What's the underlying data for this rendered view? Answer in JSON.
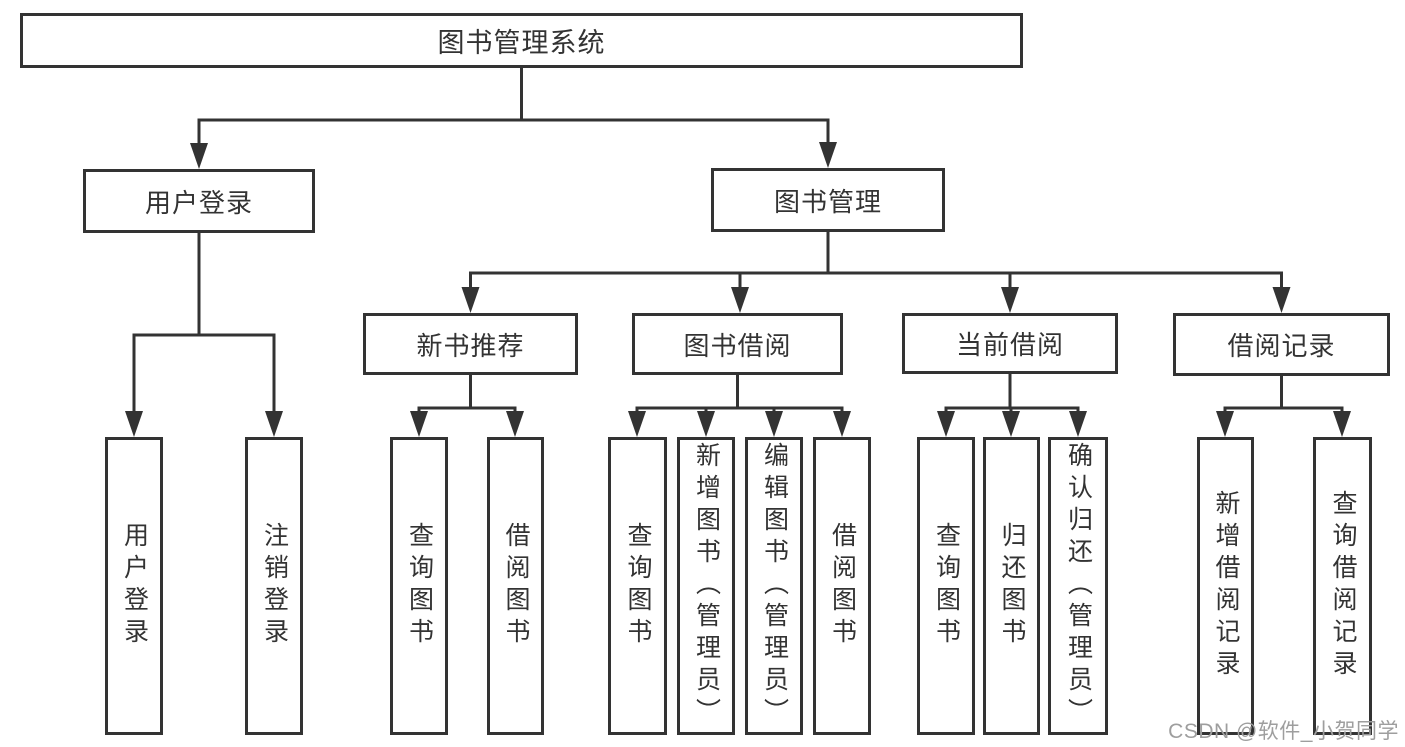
{
  "colors": {
    "line": "#333333",
    "text": "#333333",
    "box_background": "#ffffff",
    "page_background": "#ffffff",
    "watermark": "#9e9e9e"
  },
  "tree": {
    "root": {
      "label": "图书管理系统"
    },
    "branches": [
      {
        "label": "用户登录",
        "children": [
          {
            "label": "用户登录"
          },
          {
            "label": "注销登录"
          }
        ]
      },
      {
        "label": "图书管理",
        "children": [
          {
            "label": "新书推荐",
            "children": [
              {
                "label": "查询图书"
              },
              {
                "label": "借阅图书"
              }
            ]
          },
          {
            "label": "图书借阅",
            "children": [
              {
                "label": "查询图书"
              },
              {
                "label": "新增图书（管理员）"
              },
              {
                "label": "编辑图书（管理员）"
              },
              {
                "label": "借阅图书"
              }
            ]
          },
          {
            "label": "当前借阅",
            "children": [
              {
                "label": "查询图书"
              },
              {
                "label": "归还图书"
              },
              {
                "label": "确认归还（管理员）"
              }
            ]
          },
          {
            "label": "借阅记录",
            "children": [
              {
                "label": "新增借阅记录"
              },
              {
                "label": "查询借阅记录"
              }
            ]
          }
        ]
      }
    ]
  },
  "watermark": {
    "text": "CSDN @软件_小贺同学"
  }
}
